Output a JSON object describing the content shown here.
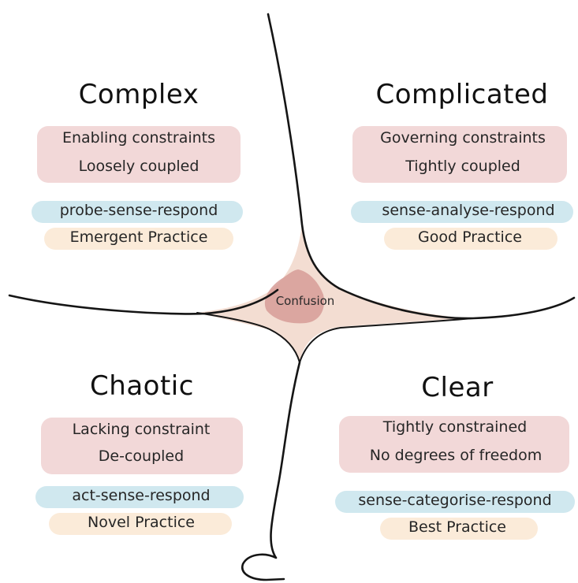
{
  "center": {
    "label": "Confusion"
  },
  "quadrants": {
    "complex": {
      "title": "Complex",
      "constraints": [
        "Enabling constraints",
        "Loosely coupled"
      ],
      "approach": "probe-sense-respond",
      "practice": "Emergent Practice"
    },
    "complicated": {
      "title": "Complicated",
      "constraints": [
        "Governing constraints",
        "Tightly coupled"
      ],
      "approach": "sense-analyse-respond",
      "practice": "Good Practice"
    },
    "chaotic": {
      "title": "Chaotic",
      "constraints": [
        "Lacking constraint",
        "De-coupled"
      ],
      "approach": "act-sense-respond",
      "practice": "Novel Practice"
    },
    "clear": {
      "title": "Clear",
      "constraints": [
        "Tightly constrained",
        "No degrees of freedom"
      ],
      "approach": "sense-categorise-respond",
      "practice": "Best Practice"
    }
  },
  "colors": {
    "constraints_highlight": "#de9e9e",
    "approach_highlight": "#96cddc",
    "practice_highlight": "#f5cda0",
    "confusion_fill": "#f3ddd2",
    "confusion_core": "#d69c98"
  }
}
